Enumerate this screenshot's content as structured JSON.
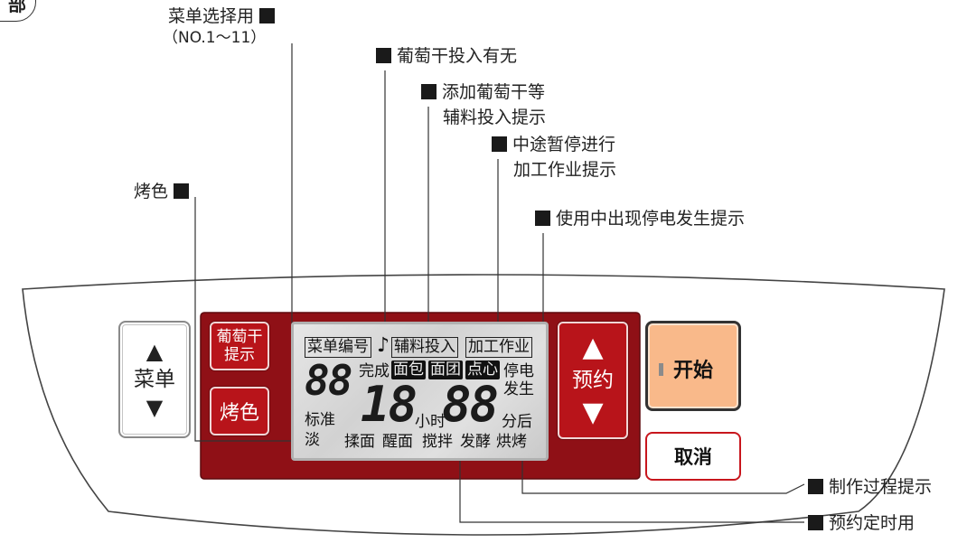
{
  "tab_label": "部",
  "callouts": {
    "menu_select": "菜单选择用",
    "menu_select_range": "（NO.1～11）",
    "raisin_presence": "葡萄干投入有无",
    "raisin_add_line1": "添加葡萄干等",
    "raisin_add_line2": "辅料投入提示",
    "pause_line1": "中途暂停进行",
    "pause_line2": "加工作业提示",
    "power_outage": "使用中出现停电发生提示",
    "crust_color": "烤色",
    "process": "制作过程提示",
    "timer": "预约定时用"
  },
  "buttons": {
    "menu": "菜单",
    "raisin_line1": "葡萄干",
    "raisin_line2": "提示",
    "crust": "烤色",
    "timer": "预约",
    "start": "开始",
    "cancel": "取消",
    "up_glyph": "▲",
    "down_glyph": "▼"
  },
  "lcd": {
    "menu_no": "菜单编号",
    "note_glyph": "♪",
    "raisin_add": "辅料投入",
    "work": "加工作业",
    "menu_digits": "88",
    "done": "完成",
    "bread": "面包",
    "dough": "面团",
    "snack": "点心",
    "outage_1": "停电",
    "outage_2": "发生",
    "hour_digits": "18",
    "hour_unit": "小时",
    "min_digits": "88",
    "min_unit": "分后",
    "standard": "标准",
    "light": "淡",
    "knead": "揉面",
    "rest": "醒面",
    "mix": "搅拌",
    "ferment": "发酵",
    "bake": "烘烤"
  },
  "colors": {
    "panel_red": "#8f1016",
    "button_red": "#b8141a",
    "start_orange": "#f9b98a",
    "cancel_border": "#c8161d"
  }
}
